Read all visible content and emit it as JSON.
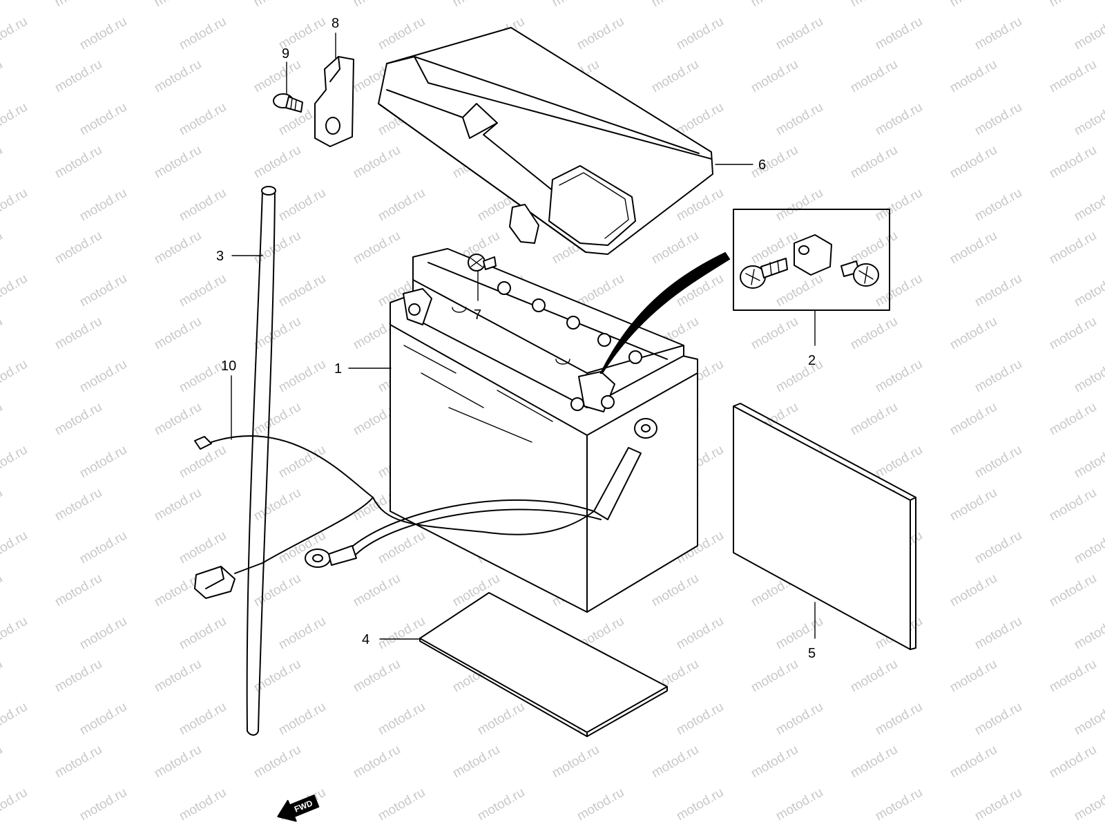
{
  "watermark": "motod.ru",
  "callouts": [
    {
      "id": "1",
      "text": "1"
    },
    {
      "id": "2",
      "text": "2"
    },
    {
      "id": "3",
      "text": "3"
    },
    {
      "id": "4",
      "text": "4"
    },
    {
      "id": "5",
      "text": "5"
    },
    {
      "id": "6",
      "text": "6"
    },
    {
      "id": "7",
      "text": "7"
    },
    {
      "id": "8",
      "text": "8"
    },
    {
      "id": "9",
      "text": "9"
    },
    {
      "id": "10",
      "text": "10"
    }
  ],
  "direction": {
    "label": "FWD",
    "icon": "forward-arrow-icon"
  }
}
